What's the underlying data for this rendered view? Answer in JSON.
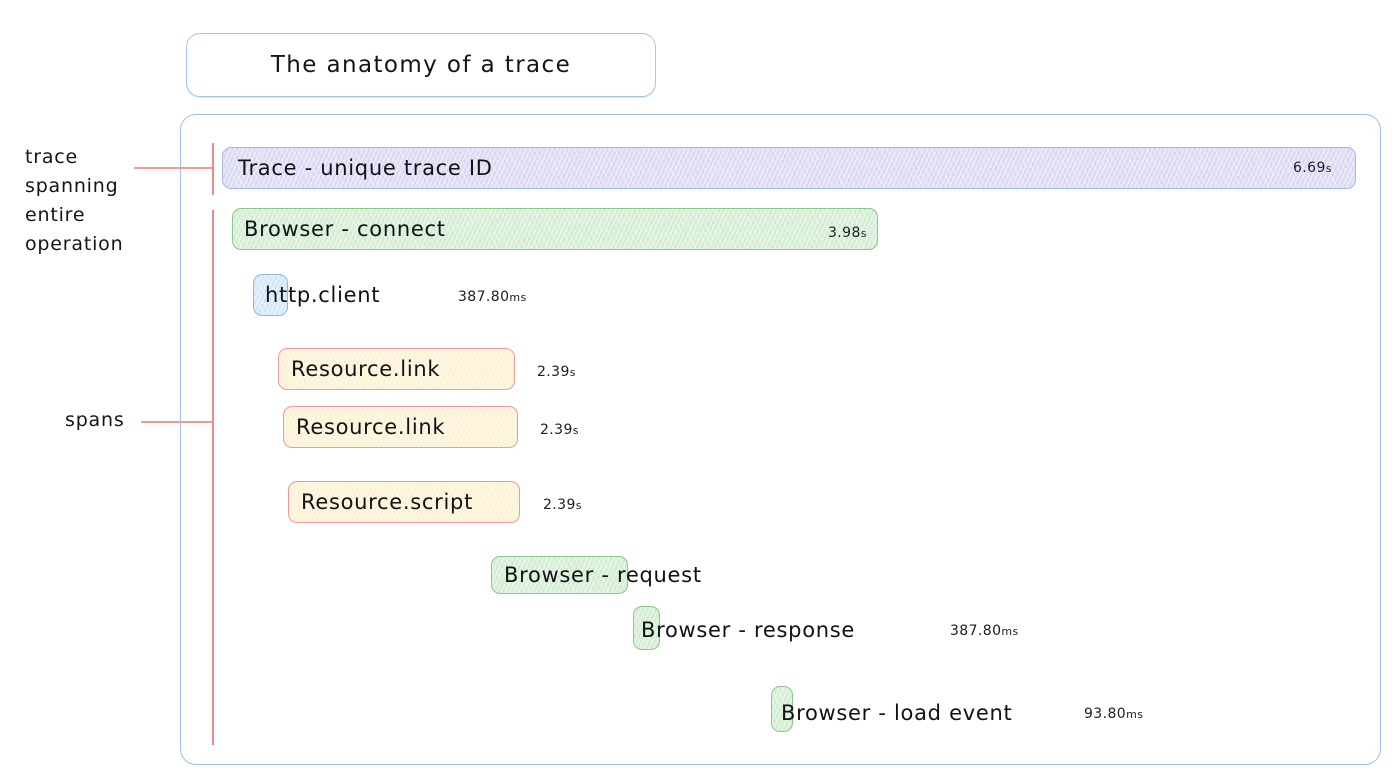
{
  "title": {
    "text": "The anatomy of a trace"
  },
  "annotations": [
    {
      "name": "trace-annotation",
      "lines": [
        "trace",
        "spanning",
        "entire",
        "operation"
      ]
    },
    {
      "name": "spans-annotation",
      "lines": [
        "spans"
      ]
    }
  ],
  "colors": {
    "frame_border": "#9dbfe8",
    "title_border": "#a8c6ea",
    "bracket": "#f08a8a",
    "trace_fill": "#d9d6f2",
    "browser_fill": "#cfeccf",
    "http_fill": "#cfe4f7",
    "resource_fill": "#fbf0cf",
    "resource_border": "#ef9a9a"
  },
  "spans": [
    {
      "name": "trace-bar",
      "label": "Trace - unique trace ID",
      "duration": "6.69",
      "unit": "s",
      "color": "purple",
      "duration_inside": true
    },
    {
      "name": "browser-connect-bar",
      "label": "Browser - connect",
      "duration": "3.98",
      "unit": "s",
      "color": "green",
      "duration_inside": true
    },
    {
      "name": "http-client-bar",
      "label": "http.client",
      "duration": "387.80",
      "unit": "ms",
      "color": "blue",
      "duration_inside": false
    },
    {
      "name": "resource-link-bar-1",
      "label": "Resource.link",
      "duration": "2.39",
      "unit": "s",
      "color": "orange",
      "duration_inside": false
    },
    {
      "name": "resource-link-bar-2",
      "label": "Resource.link",
      "duration": "2.39",
      "unit": "s",
      "color": "orange",
      "duration_inside": false
    },
    {
      "name": "resource-script-bar",
      "label": "Resource.script",
      "duration": "2.39",
      "unit": "s",
      "color": "orange",
      "duration_inside": false
    },
    {
      "name": "browser-request-bar",
      "label": "Browser - request",
      "duration": "",
      "unit": "",
      "color": "green",
      "duration_inside": false
    },
    {
      "name": "browser-response-bar",
      "label": "Browser - response",
      "duration": "387.80",
      "unit": "ms",
      "color": "green",
      "duration_inside": false
    },
    {
      "name": "browser-load-event-bar",
      "label": "Browser - load event",
      "duration": "93.80",
      "unit": "ms",
      "color": "green",
      "duration_inside": false
    }
  ]
}
